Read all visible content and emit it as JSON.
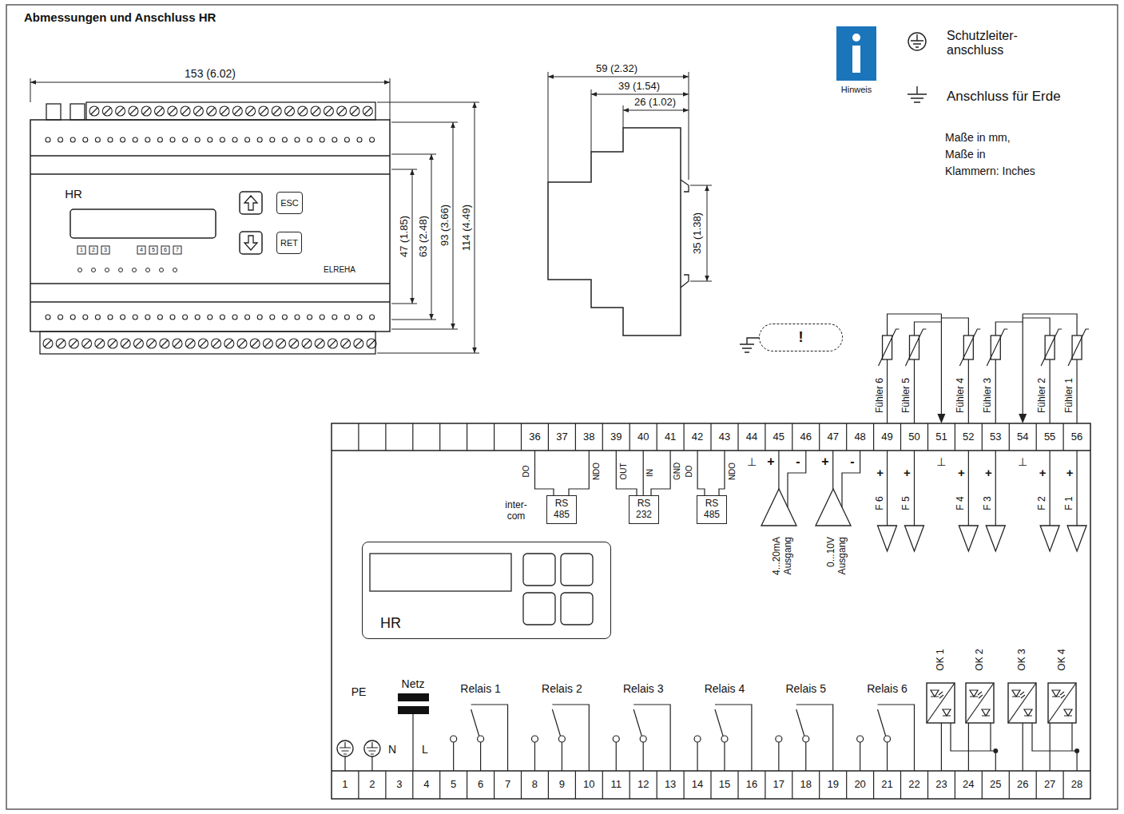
{
  "diagram": {
    "title": "Abmessungen und Anschluss HR",
    "nodes": [
      {
        "text": [
          "ESC"
        ]
      },
      {
        "text": [
          "RET"
        ]
      },
      {
        "text": [
          "!"
        ]
      },
      {
        "text": [
          "RS 485"
        ]
      },
      {
        "text": [
          "RS 232"
        ]
      },
      {
        "text": [
          "RS 485"
        ]
      },
      {
        "text": [
          "HR"
        ]
      }
    ],
    "labels": [
      "153 (6.02)",
      "47 (1.85)",
      "63 (2.48)",
      "93 (3.66)",
      "114 (4.49)",
      "HR",
      "1",
      "2",
      "3",
      "4",
      "5",
      "6",
      "7",
      "ELREHA",
      "59 (2.32)",
      "39 (1.54)",
      "26 (1.02)",
      "35 (1.38)",
      "Hinweis",
      "Maße in mm, Maße in Klammern: Inches",
      "36",
      "37",
      "38",
      "39",
      "40",
      "41",
      "42",
      "43",
      "44",
      "45",
      "46",
      "47",
      "48",
      "49",
      "50",
      "51",
      "52",
      "53",
      "54",
      "55",
      "56",
      "DO",
      "NDO",
      "inter- com",
      "OUT",
      "IN",
      "GND",
      "DO",
      "NDO",
      "⊥",
      "+",
      "-",
      "+",
      "-",
      "4...20mA Ausgang",
      "0...10V Ausgang",
      "Fühler 6",
      "Fühler 5",
      "Fühler 4",
      "Fühler 3",
      "Fühler 2",
      "Fühler 1",
      "⊥",
      "⊥",
      "+",
      "F 6",
      "+",
      "F 5",
      "+",
      "F 4",
      "+",
      "F 3",
      "+",
      "F 2",
      "+",
      "F 1",
      "PE",
      "Netz",
      "N",
      "L",
      "Relais 1",
      "Relais 2",
      "Relais 3",
      "Relais 4",
      "Relais 5",
      "Relais 6",
      "OK 1",
      "OK 2",
      "OK 3",
      "OK 4",
      "1",
      "2",
      "3",
      "4",
      "5",
      "6",
      "7",
      "8",
      "9",
      "10",
      "11",
      "12",
      "13",
      "14",
      "15",
      "16",
      "17",
      "18",
      "19",
      "20",
      "21",
      "22",
      "23",
      "24",
      "25",
      "26",
      "27",
      "28"
    ],
    "legend": [
      {
        "text": "Schutzleiter- anschluss"
      },
      {
        "text": "Anschluss für Erde"
      }
    ]
  }
}
